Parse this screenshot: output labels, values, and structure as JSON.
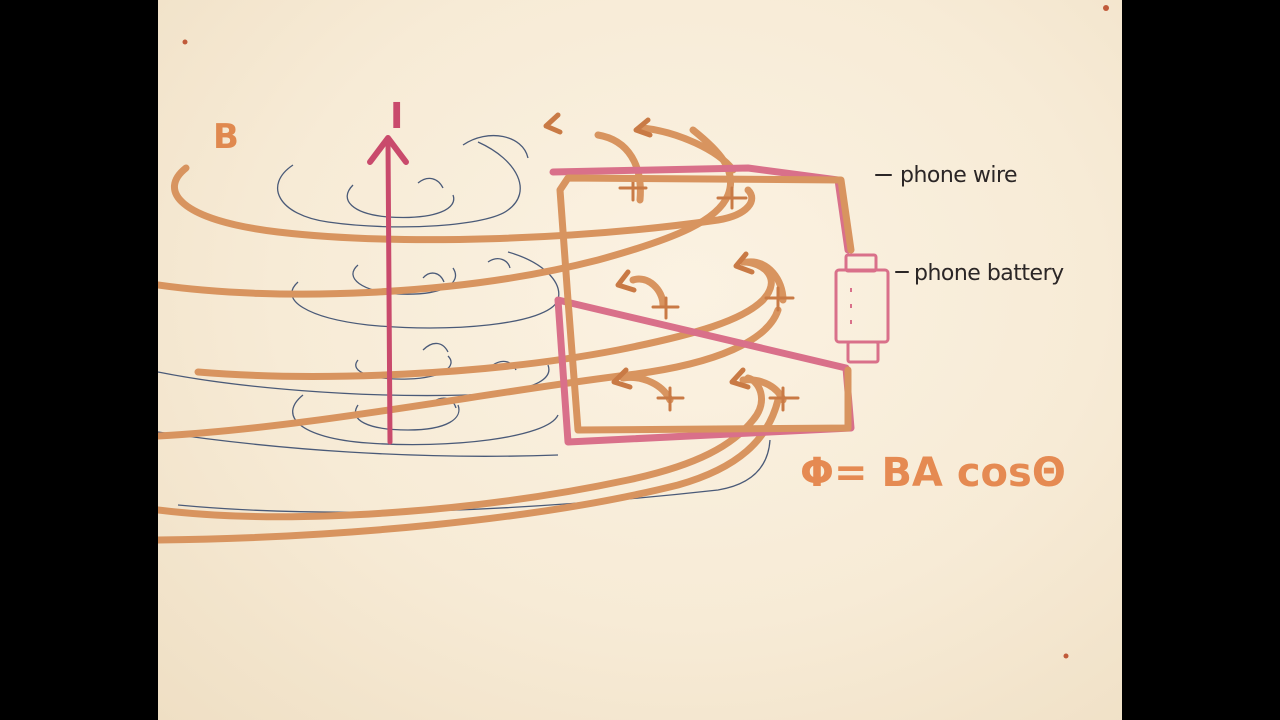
{
  "labels": {
    "field": "B",
    "current": "I",
    "wire": "phone wire",
    "battery": "phone battery",
    "formula": "Φ= BA cosΘ"
  },
  "colors": {
    "paper": "#f7ebd6",
    "current_arrow": "#c94a6c",
    "field_lines": "#d8945f",
    "circuit_outer": "#d9708a",
    "circuit_inner": "#d8945f",
    "pen_thin": "#4a5a78",
    "label_ink": "#2b2626",
    "formula": "#e58a52"
  }
}
